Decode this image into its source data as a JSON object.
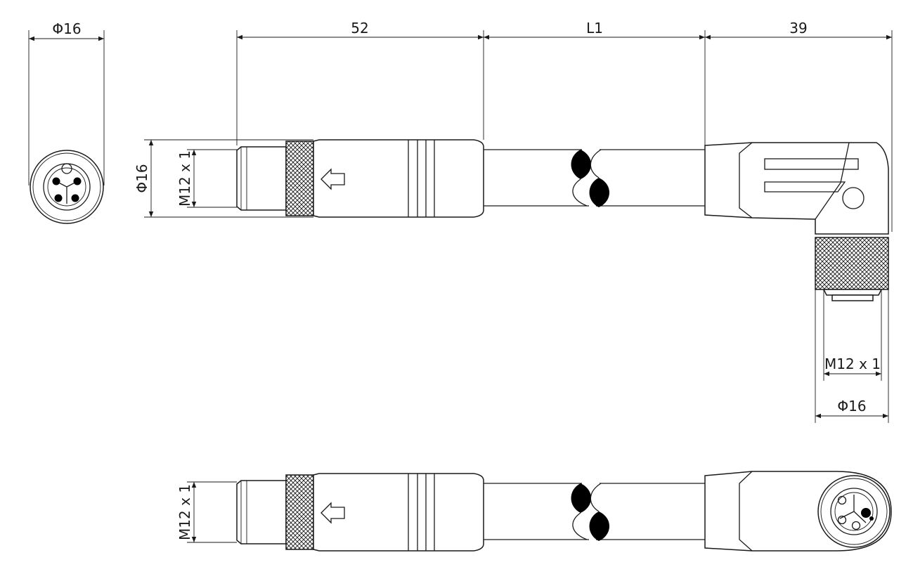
{
  "dimensions": {
    "face_diameter": "Φ16",
    "straight_length": "52",
    "cable_length": "L1",
    "angled_length": "39",
    "side_diameter": "Φ16",
    "side_thread": "M12 x 1",
    "angled_thread": "M12 x 1",
    "angled_diameter": "Φ16",
    "bottom_thread": "M12 x 1"
  },
  "colors": {
    "line": "#1a1a1a",
    "background": "#ffffff"
  }
}
